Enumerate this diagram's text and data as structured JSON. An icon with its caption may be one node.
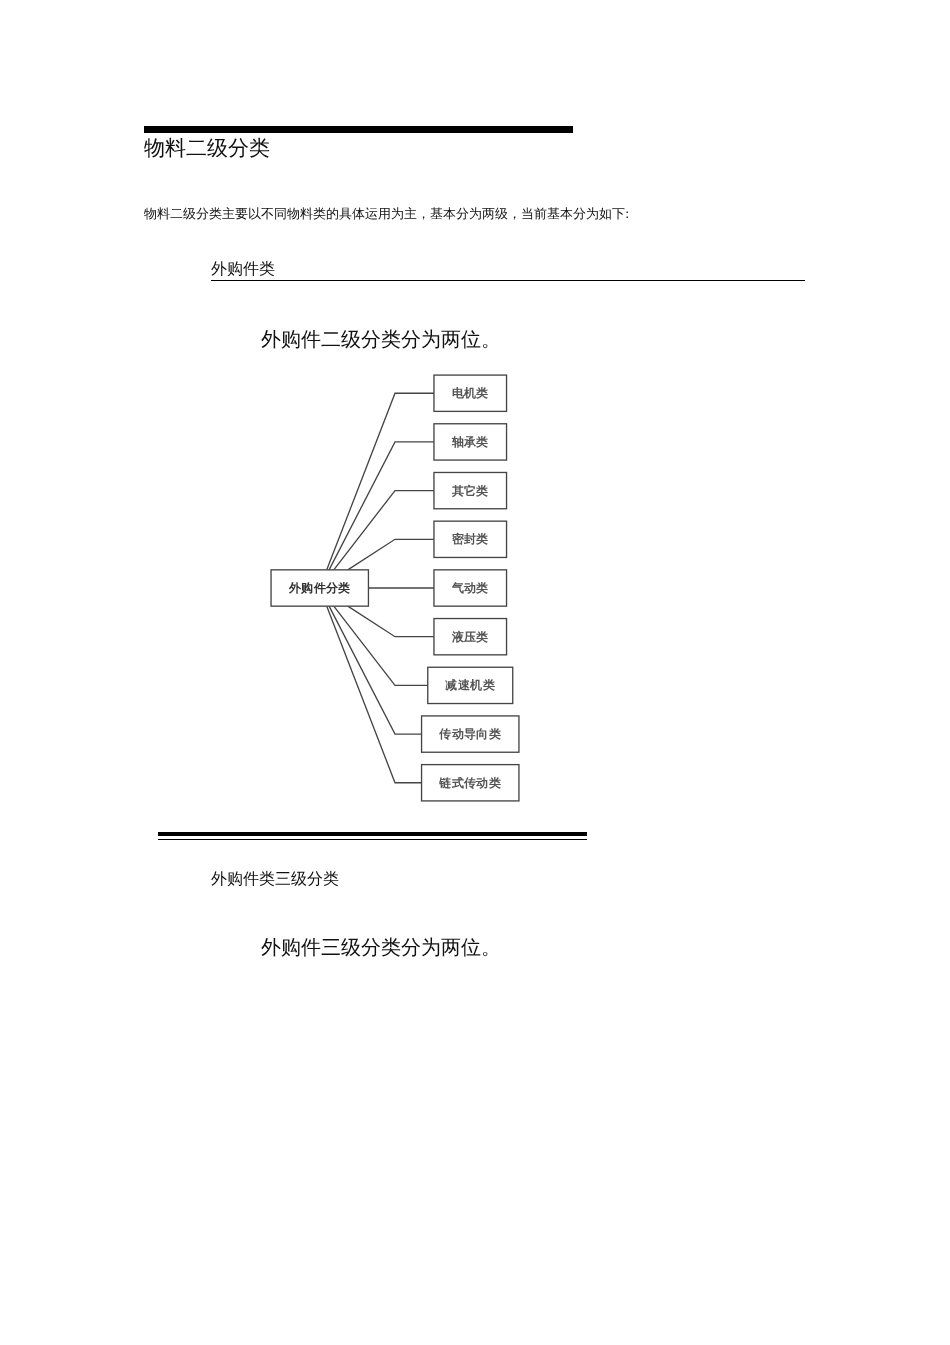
{
  "diagram": {
    "title": "物料二级分类",
    "nodes": [
      {
        "text": [
          "外购件分类"
        ]
      },
      {
        "text": [
          "电机类"
        ]
      },
      {
        "text": [
          "轴承类"
        ]
      },
      {
        "text": [
          "其它类"
        ]
      },
      {
        "text": [
          "密封类"
        ]
      },
      {
        "text": [
          "气动类"
        ]
      },
      {
        "text": [
          "液压类"
        ]
      },
      {
        "text": [
          "减速机类"
        ]
      },
      {
        "text": [
          "传动导向类"
        ]
      },
      {
        "text": [
          "链式传动类"
        ]
      }
    ],
    "edges": [
      {
        "from": 0,
        "to": 1,
        "arrow": "none"
      },
      {
        "from": 0,
        "to": 2,
        "arrow": "none"
      },
      {
        "from": 0,
        "to": 3,
        "arrow": "none"
      },
      {
        "from": 0,
        "to": 4,
        "arrow": "none"
      },
      {
        "from": 0,
        "to": 5,
        "arrow": "none"
      },
      {
        "from": 0,
        "to": 6,
        "arrow": "none"
      },
      {
        "from": 0,
        "to": 7,
        "arrow": "none"
      },
      {
        "from": 0,
        "to": 8,
        "arrow": "none"
      },
      {
        "from": 0,
        "to": 9,
        "arrow": "none"
      }
    ],
    "labels": [
      "物料二级分类主要以不同物料类的具体运用为主，基本分为两级，当前基本分为如下:",
      "外购件类",
      "外购件二级分类分为两位。",
      "外购件类三级分类",
      "外购件三级分类分为两位。"
    ]
  }
}
